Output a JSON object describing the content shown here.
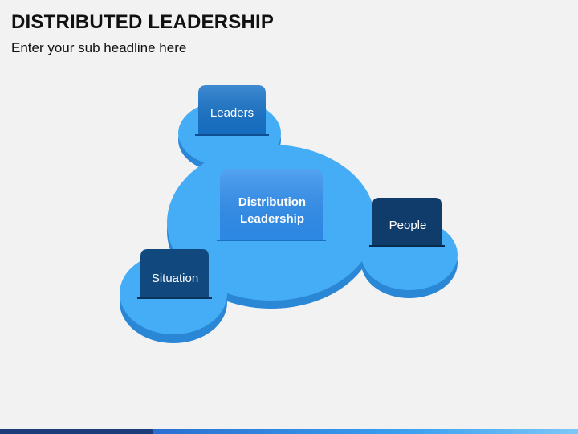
{
  "slide": {
    "title": "DISTRIBUTED LEADERSHIP",
    "subtitle": "Enter your sub headline here"
  },
  "diagram": {
    "center": {
      "line1": "Distribution",
      "line2": "Leadership"
    },
    "nodes": [
      {
        "label": "Leaders"
      },
      {
        "label": "People"
      },
      {
        "label": "Situation"
      }
    ]
  },
  "colors": {
    "background": "#f2f2f2",
    "blob_top": "#45adf5",
    "blob_side": "#2a87d6",
    "center_box": "#2f8ff0",
    "leaders_box": "#1672c9",
    "people_box": "#0f3c6b",
    "situation_box": "#11497f"
  }
}
